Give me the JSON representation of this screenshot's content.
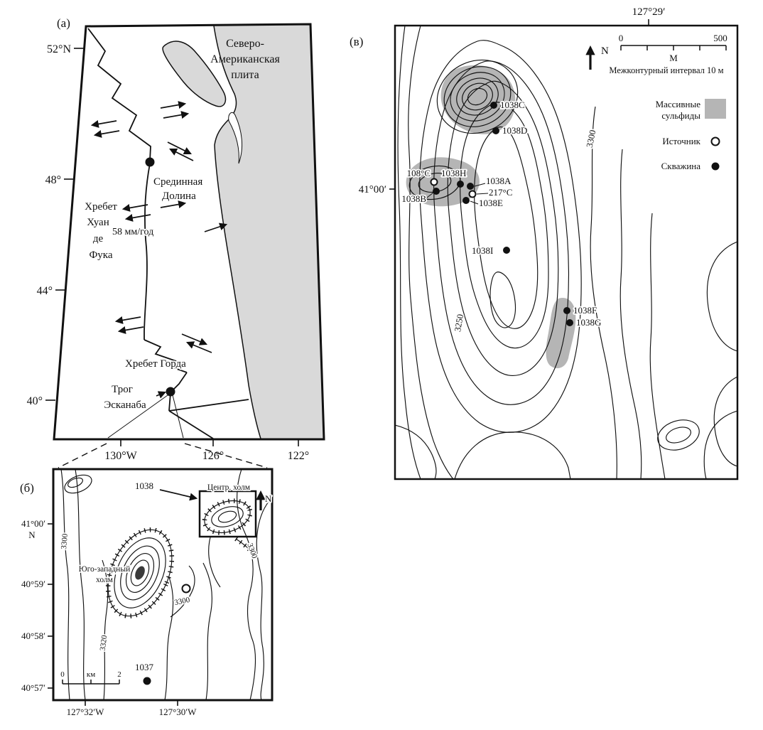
{
  "figure": {
    "panel_a": "(а)",
    "panel_b": "(б)",
    "panel_c": "(в)"
  },
  "panel_a": {
    "lat": [
      "52°N",
      "48°",
      "44°",
      "40°"
    ],
    "lon": [
      "130°W",
      "126°",
      "122°"
    ],
    "plate": [
      "Северо-",
      "Американская",
      "плита"
    ],
    "middle_valley": [
      "Срединная",
      "Долина"
    ],
    "jdf_ridge": [
      "Хребет",
      "Хуан",
      "де",
      "Фука"
    ],
    "rate": "58 мм/год",
    "gorda": "Хребет Горда",
    "escanaba": [
      "Трог",
      "Эсканаба"
    ]
  },
  "panel_b": {
    "site_label": "1038",
    "central_hill": "Центр. холм",
    "north": "N",
    "sw_hill": [
      "Юго-западный",
      "холм"
    ],
    "c3300_left": "3300",
    "c3300_right": "3300",
    "c3300_south": "3300",
    "c3320": "3320",
    "site_1037": "1037",
    "scale": {
      "start": "0",
      "unit": "км",
      "end": "2"
    },
    "lat": [
      "41°00′",
      "N",
      "40°59′",
      "40°58′",
      "40°57′"
    ],
    "lon": [
      "127°32′W",
      "127°30′W"
    ]
  },
  "panel_c": {
    "lon": "127°29′",
    "lat": "41°00′",
    "north": "N",
    "scale": {
      "start": "0",
      "end": "500",
      "unit": "М"
    },
    "note": "Межконтурный интервал 10 м",
    "legend": {
      "sulfides1": "Массивные",
      "sulfides2": "сульфиды",
      "vent": "Источник",
      "hole": "Скважина"
    },
    "c3300": "3300",
    "c3250": "3250",
    "sites": {
      "c": "1038C",
      "d": "1038D",
      "t108": "108°C",
      "h": "1038H",
      "a": "1038A",
      "t217": "217°C",
      "b": "1038B",
      "e": "1038E",
      "i": "1038I",
      "f": "1038F",
      "g": "1038G"
    }
  }
}
